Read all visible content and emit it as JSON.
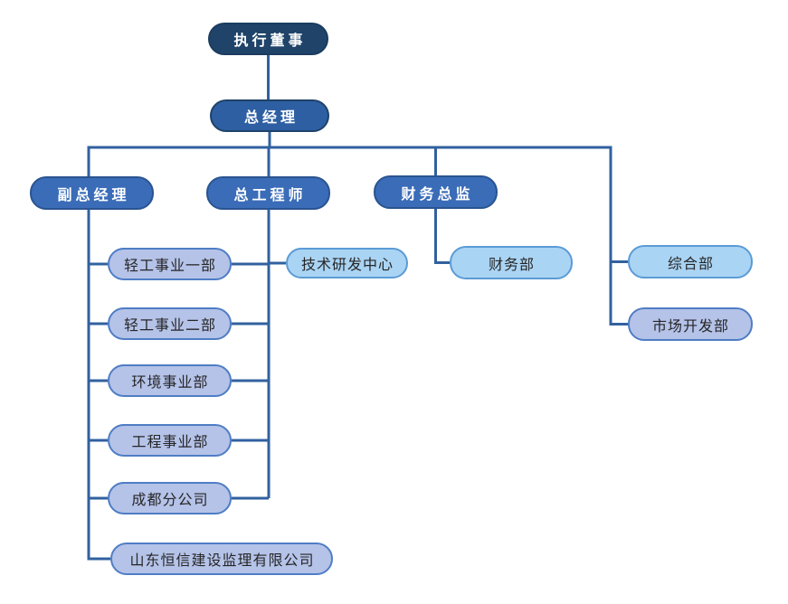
{
  "colors": {
    "level1_fill": "#1F4369",
    "level1_border": "#1B3C5F",
    "level2_fill": "#2E5FA3",
    "level2_border": "#1F4369",
    "level3_fill": "#3A6CB8",
    "level3_border": "#2A5490",
    "lavender_fill": "#B5C3E9",
    "lavender_border": "#4F7DC4",
    "sky_fill": "#AAD4F4",
    "sky_border": "#5B9BD5",
    "connector": "#31619F",
    "text_light": "#FFFFFF",
    "text_dark": "#262626"
  },
  "nodes": {
    "executive_director": {
      "label": "执行董事",
      "level": 1
    },
    "general_manager": {
      "label": "总经理",
      "level": 2
    },
    "deputy_general_manager": {
      "label": "副总经理",
      "level": 3
    },
    "chief_engineer": {
      "label": "总工程师",
      "level": 3
    },
    "finance_director": {
      "label": "财务总监",
      "level": 3
    },
    "light_industry_div_1": {
      "label": "轻工事业一部",
      "level": 4
    },
    "light_industry_div_2": {
      "label": "轻工事业二部",
      "level": 4
    },
    "environment_div": {
      "label": "环境事业部",
      "level": 4
    },
    "engineering_div": {
      "label": "工程事业部",
      "level": 4
    },
    "chengdu_branch": {
      "label": "成都分公司",
      "level": 4
    },
    "shandong_hengxin": {
      "label": "山东恒信建设监理有限公司",
      "level": 4
    },
    "tech_rd_center": {
      "label": "技术研发中心",
      "level": 4
    },
    "finance_dept": {
      "label": "财务部",
      "level": 4
    },
    "general_dept": {
      "label": "综合部",
      "level": 4
    },
    "market_dev_dept": {
      "label": "市场开发部",
      "level": 4
    }
  },
  "edges": [
    [
      "executive_director",
      "general_manager"
    ],
    [
      "general_manager",
      "deputy_general_manager"
    ],
    [
      "general_manager",
      "chief_engineer"
    ],
    [
      "general_manager",
      "finance_director"
    ],
    [
      "general_manager",
      "general_dept"
    ],
    [
      "general_manager",
      "market_dev_dept"
    ],
    [
      "deputy_general_manager",
      "light_industry_div_1"
    ],
    [
      "deputy_general_manager",
      "light_industry_div_2"
    ],
    [
      "deputy_general_manager",
      "environment_div"
    ],
    [
      "deputy_general_manager",
      "engineering_div"
    ],
    [
      "deputy_general_manager",
      "chengdu_branch"
    ],
    [
      "deputy_general_manager",
      "shandong_hengxin"
    ],
    [
      "chief_engineer",
      "tech_rd_center"
    ],
    [
      "chief_engineer",
      "light_industry_div_1"
    ],
    [
      "chief_engineer",
      "light_industry_div_2"
    ],
    [
      "chief_engineer",
      "environment_div"
    ],
    [
      "chief_engineer",
      "engineering_div"
    ],
    [
      "chief_engineer",
      "chengdu_branch"
    ],
    [
      "finance_director",
      "finance_dept"
    ]
  ]
}
